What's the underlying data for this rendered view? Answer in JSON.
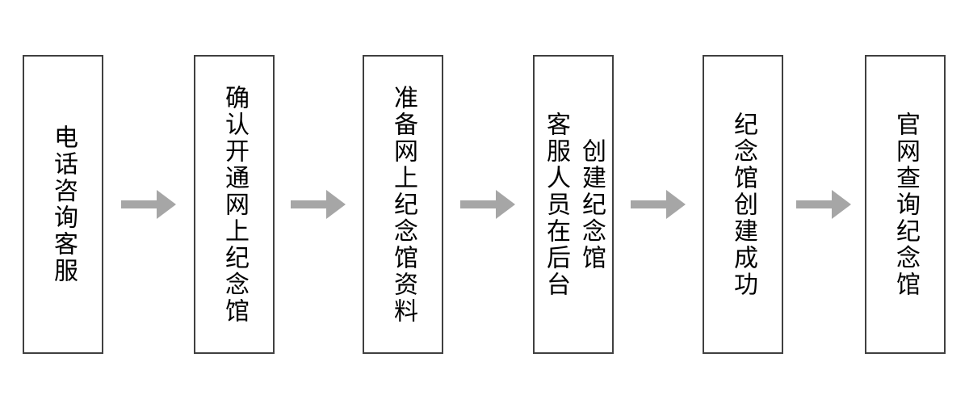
{
  "flowchart": {
    "steps": [
      {
        "lines": [
          "电话咨询客服"
        ]
      },
      {
        "lines": [
          "确认开通网上纪念馆"
        ]
      },
      {
        "lines": [
          "准备网上纪念馆资料"
        ]
      },
      {
        "lines": [
          "客服人员在后台",
          "创建纪念馆"
        ]
      },
      {
        "lines": [
          "纪念馆创建成功"
        ]
      },
      {
        "lines": [
          "官网查询纪念馆"
        ]
      }
    ],
    "icons": {
      "connector": "right-arrow"
    },
    "colors": {
      "background": "#ffffff",
      "box_fill": "#ffffff",
      "box_border": "#404040",
      "text": "#000000",
      "arrow": "#a6a6a6"
    }
  }
}
